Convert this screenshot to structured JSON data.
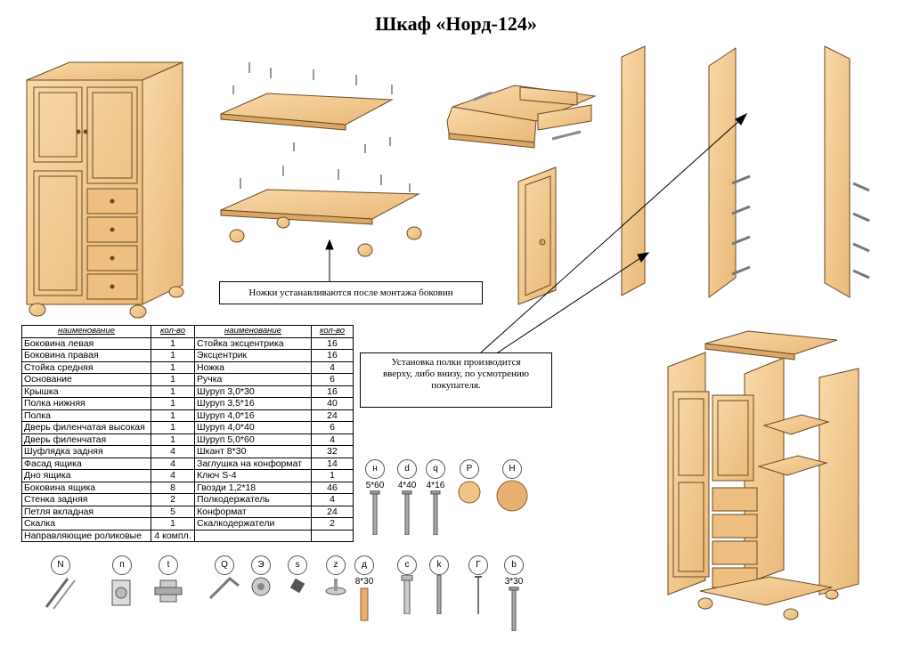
{
  "title": "Шкаф «Норд-124»",
  "callouts": {
    "legs_note": "Ножки устанавливаются после монтажа боковин",
    "shelf_note_line1": "Установка полки производится",
    "shelf_note_line2": "вверху, либо внизу, по усмотрению",
    "shelf_note_line3": "покупателя."
  },
  "table": {
    "headers": [
      "наименование",
      "кол-во",
      "наименование",
      "кол-во"
    ],
    "rows": [
      [
        "Боковина левая",
        "1",
        "Стойка эксцентрика",
        "16"
      ],
      [
        "Боковина правая",
        "1",
        "Эксцентрик",
        "16"
      ],
      [
        "Стойка средняя",
        "1",
        "Ножка",
        "4"
      ],
      [
        "Основание",
        "1",
        "Ручка",
        "6"
      ],
      [
        "Крышка",
        "1",
        "Шуруп 3,0*30",
        "16"
      ],
      [
        "Полка нижняя",
        "1",
        "Шуруп 3,5*16",
        "40"
      ],
      [
        "Полка",
        "1",
        "Шуруп 4,0*16",
        "24"
      ],
      [
        "Дверь филенчатая высокая",
        "1",
        "Шуруп 4,0*40",
        "6"
      ],
      [
        "Дверь филенчатая",
        "1",
        "Шуруп 5,0*60",
        "4"
      ],
      [
        "Шуфлядка задняя",
        "4",
        "Шкант 8*30",
        "32"
      ],
      [
        "Фасад ящика",
        "4",
        "Заглушка на конформат",
        "14"
      ],
      [
        "Дно ящика",
        "4",
        "Ключ S-4",
        "1"
      ],
      [
        "Боковина ящика",
        "8",
        "Гвозди 1,2*18",
        "46"
      ],
      [
        "Стенка задняя",
        "2",
        "Полкодержатель",
        "4"
      ],
      [
        "Петля вкладная",
        "5",
        "Конформат",
        "24"
      ],
      [
        "Скалка",
        "1",
        "Скалкодержатели",
        "2"
      ],
      [
        "Направляющие роликовые",
        "4 компл.",
        "",
        ""
      ]
    ]
  },
  "fittings_row1": [
    {
      "letter": "н",
      "size": "5*60",
      "icon": "screw-icon"
    },
    {
      "letter": "d",
      "size": "4*40",
      "icon": "screw-icon"
    },
    {
      "letter": "q",
      "size": "4*16",
      "icon": "screw-icon"
    },
    {
      "letter": "P",
      "size": "",
      "icon": "knob-icon"
    },
    {
      "letter": "H",
      "size": "",
      "icon": "foot-icon"
    }
  ],
  "fittings_row2": [
    {
      "letter": "N",
      "size": "",
      "icon": "runner-icon"
    },
    {
      "letter": "п",
      "size": "",
      "icon": "hinge-icon"
    },
    {
      "letter": "t",
      "size": "",
      "icon": "rod-holder-icon"
    },
    {
      "letter": "Q",
      "size": "",
      "icon": "hex-key-icon"
    },
    {
      "letter": "Э",
      "size": "",
      "icon": "cam-icon"
    },
    {
      "letter": "s",
      "size": "",
      "icon": "cap-icon"
    },
    {
      "letter": "z",
      "size": "",
      "icon": "shelf-support-icon"
    },
    {
      "letter": "д",
      "size": "8*30",
      "icon": "dowel-icon"
    },
    {
      "letter": "c",
      "size": "",
      "icon": "cam-post-icon"
    },
    {
      "letter": "k",
      "size": "",
      "icon": "confirmat-icon"
    },
    {
      "letter": "Г",
      "size": "",
      "icon": "nail-icon"
    },
    {
      "letter": "b",
      "size": "3*30",
      "icon": "screw-icon"
    }
  ],
  "colors": {
    "wood": "#f3c98e",
    "wood_dark": "#d9a866",
    "line": "#6b4a22"
  }
}
